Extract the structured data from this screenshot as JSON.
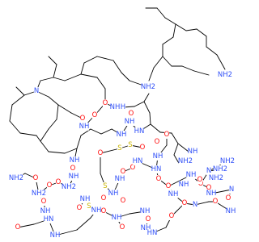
{
  "structure": {
    "kind": "skeletal formula",
    "atoms": [
      {
        "id": "n1",
        "t": "NH2",
        "c": "#3050f8"
      },
      {
        "id": "n2",
        "t": "NH2",
        "c": "#3050f8"
      },
      {
        "id": "n3",
        "t": "NH",
        "c": "#3050f8"
      },
      {
        "id": "n4",
        "t": "H",
        "c": "#3050f8"
      },
      {
        "id": "n5",
        "t": "N",
        "c": "#3050f8"
      },
      {
        "id": "o1",
        "t": "O",
        "c": "#ff0d0d"
      },
      {
        "id": "o2",
        "t": "O",
        "c": "#ff0d0d"
      },
      {
        "id": "n6",
        "t": "NH",
        "c": "#3050f8"
      },
      {
        "id": "o3",
        "t": "O",
        "c": "#ff0d0d"
      },
      {
        "id": "o4",
        "t": "O",
        "c": "#ff0d0d"
      },
      {
        "id": "n7",
        "t": "NH",
        "c": "#3050f8"
      },
      {
        "id": "o5",
        "t": "O",
        "c": "#ff0d0d"
      },
      {
        "id": "n8",
        "t": "HN",
        "c": "#3050f8"
      },
      {
        "id": "n9",
        "t": "NH",
        "c": "#3050f8"
      },
      {
        "id": "o6",
        "t": "O",
        "c": "#ff0d0d"
      },
      {
        "id": "o7",
        "t": "O",
        "c": "#ff0d0d"
      },
      {
        "id": "n10",
        "t": "NH",
        "c": "#3050f8"
      },
      {
        "id": "s1",
        "t": "S",
        "c": "#c8b400"
      },
      {
        "id": "s2",
        "t": "S",
        "c": "#c8b400"
      },
      {
        "id": "n11",
        "t": "NH2",
        "c": "#3050f8"
      },
      {
        "id": "o8",
        "t": "O",
        "c": "#ff0d0d"
      },
      {
        "id": "n12",
        "t": "NH",
        "c": "#3050f8"
      },
      {
        "id": "o9",
        "t": "O",
        "c": "#ff0d0d"
      },
      {
        "id": "n13",
        "t": "HN",
        "c": "#3050f8"
      },
      {
        "id": "n14",
        "t": "HN",
        "c": "#3050f8"
      },
      {
        "id": "o10",
        "t": "O",
        "c": "#ff0d0d"
      },
      {
        "id": "n15",
        "t": "NH",
        "c": "#3050f8"
      },
      {
        "id": "o11",
        "t": "O",
        "c": "#ff0d0d"
      },
      {
        "id": "n16",
        "t": "NH",
        "c": "#3050f8"
      },
      {
        "id": "o12",
        "t": "O",
        "c": "#ff0d0d"
      },
      {
        "id": "n17",
        "t": "NH",
        "c": "#3050f8"
      },
      {
        "id": "o13",
        "t": "O",
        "c": "#ff0d0d"
      },
      {
        "id": "n18",
        "t": "NH2",
        "c": "#3050f8"
      },
      {
        "id": "o14",
        "t": "O",
        "c": "#ff0d0d"
      },
      {
        "id": "n19",
        "t": "NH2",
        "c": "#3050f8"
      },
      {
        "id": "n20",
        "t": "NH2",
        "c": "#3050f8"
      },
      {
        "id": "o15",
        "t": "O",
        "c": "#ff0d0d"
      },
      {
        "id": "o16",
        "t": "O",
        "c": "#ff0d0d"
      },
      {
        "id": "n21",
        "t": "NH",
        "c": "#3050f8"
      },
      {
        "id": "n22",
        "t": "HN",
        "c": "#3050f8"
      },
      {
        "id": "o17",
        "t": "O",
        "c": "#ff0d0d"
      },
      {
        "id": "n23",
        "t": "NH",
        "c": "#3050f8"
      },
      {
        "id": "n24",
        "t": "NH",
        "c": "#3050f8"
      },
      {
        "id": "o18",
        "t": "O",
        "c": "#ff0d0d"
      },
      {
        "id": "o19",
        "t": "O",
        "c": "#ff0d0d"
      },
      {
        "id": "n25",
        "t": "NH",
        "c": "#3050f8"
      },
      {
        "id": "o20",
        "t": "O",
        "c": "#ff0d0d"
      },
      {
        "id": "s3",
        "t": "S",
        "c": "#c8b400"
      },
      {
        "id": "s4",
        "t": "S",
        "c": "#c8b400"
      },
      {
        "id": "n26",
        "t": "NH",
        "c": "#3050f8"
      },
      {
        "id": "o21",
        "t": "O",
        "c": "#ff0d0d"
      },
      {
        "id": "n27",
        "t": "NH",
        "c": "#3050f8"
      },
      {
        "id": "o22",
        "t": "O",
        "c": "#ff0d0d"
      },
      {
        "id": "n28",
        "t": "NH",
        "c": "#3050f8"
      },
      {
        "id": "o23",
        "t": "O",
        "c": "#ff0d0d"
      },
      {
        "id": "n29",
        "t": "NH",
        "c": "#3050f8"
      },
      {
        "id": "n30",
        "t": "HN",
        "c": "#3050f8"
      },
      {
        "id": "o24",
        "t": "O",
        "c": "#ff0d0d"
      },
      {
        "id": "o25",
        "t": "O",
        "c": "#ff0d0d"
      },
      {
        "id": "n31",
        "t": "NH",
        "c": "#3050f8"
      },
      {
        "id": "o26",
        "t": "O",
        "c": "#ff0d0d"
      },
      {
        "id": "o27",
        "t": "O",
        "c": "#ff0d0d"
      },
      {
        "id": "n32",
        "t": "N",
        "c": "#3050f8"
      },
      {
        "id": "n33",
        "t": "NH2",
        "c": "#3050f8"
      },
      {
        "id": "n34",
        "t": "NH2",
        "c": "#3050f8"
      },
      {
        "id": "n35",
        "t": "NH2",
        "c": "#3050f8"
      },
      {
        "id": "n36",
        "t": "NH",
        "c": "#3050f8"
      },
      {
        "id": "n37",
        "t": "NH",
        "c": "#3050f8"
      },
      {
        "id": "o28",
        "t": "O",
        "c": "#ff0d0d"
      },
      {
        "id": "o29",
        "t": "O",
        "c": "#ff0d0d"
      },
      {
        "id": "n38",
        "t": "NH",
        "c": "#3050f8"
      },
      {
        "id": "o30",
        "t": "O",
        "c": "#ff0d0d"
      },
      {
        "id": "n39",
        "t": "N",
        "c": "#3050f8"
      },
      {
        "id": "o31",
        "t": "O",
        "c": "#ff0d0d"
      },
      {
        "id": "n40",
        "t": "N",
        "c": "#3050f8"
      },
      {
        "id": "n41",
        "t": "NH",
        "c": "#3050f8"
      }
    ]
  }
}
